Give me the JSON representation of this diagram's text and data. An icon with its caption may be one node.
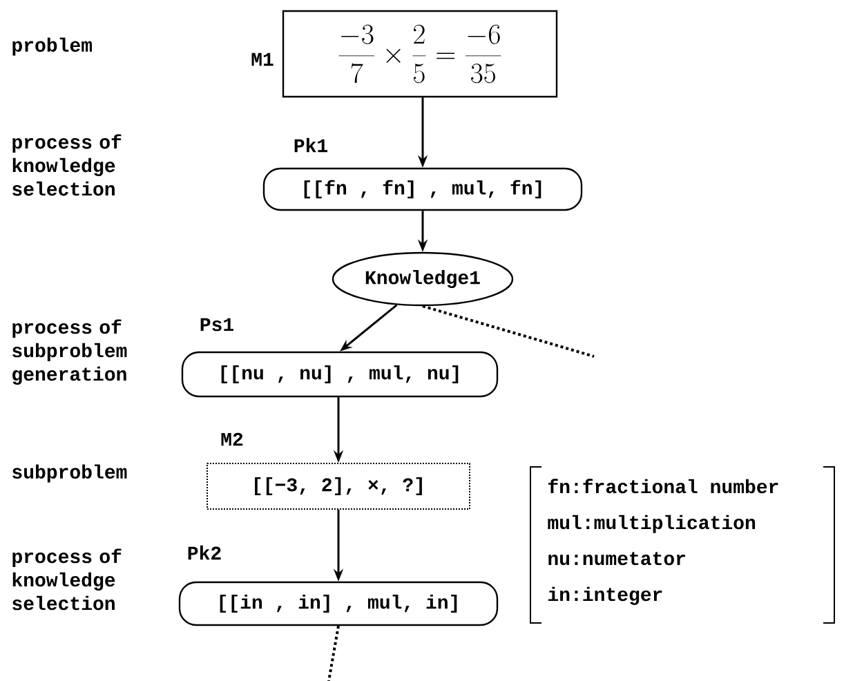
{
  "diagram": {
    "nodes": [
      {
        "text": [
          "\\frac{-3}{7} \\times \\frac{2}{5} = \\frac{-6}{35}"
        ],
        "beside": [
          "M1"
        ]
      },
      {
        "text": [
          "[[fn , fn] , mul, fn]"
        ],
        "beside": [
          "Pk1"
        ]
      },
      {
        "text": [
          "Knowledge1"
        ]
      },
      {
        "text": [
          "[[nu , nu] , mul, nu]"
        ],
        "beside": [
          "Ps1"
        ]
      },
      {
        "text": [
          "[[−3, 2], ×, ?]"
        ],
        "beside": [
          "M2"
        ]
      },
      {
        "text": [
          "[[in , in] , mul, in]"
        ],
        "beside": [
          "Pk2"
        ]
      }
    ],
    "edges": [
      {
        "from": 0,
        "to": 1,
        "arrow": "to"
      },
      {
        "from": 1,
        "to": 2,
        "arrow": "to"
      },
      {
        "from": 2,
        "to": 3,
        "arrow": "to"
      },
      {
        "from": 2,
        "to": null,
        "arrow": "none",
        "style": "dashed"
      },
      {
        "from": 3,
        "to": 4,
        "arrow": "to"
      },
      {
        "from": 4,
        "to": 5,
        "arrow": "to"
      },
      {
        "from": 5,
        "to": null,
        "arrow": "none",
        "style": "dashed"
      }
    ],
    "labels": [
      "problem",
      "process of knowledge selection",
      "process of subproblem generation",
      "subproblem",
      "process of knowledge selection",
      "fn:fractional number",
      "mul:multiplication",
      "nu:numetator",
      "in:integer"
    ]
  }
}
